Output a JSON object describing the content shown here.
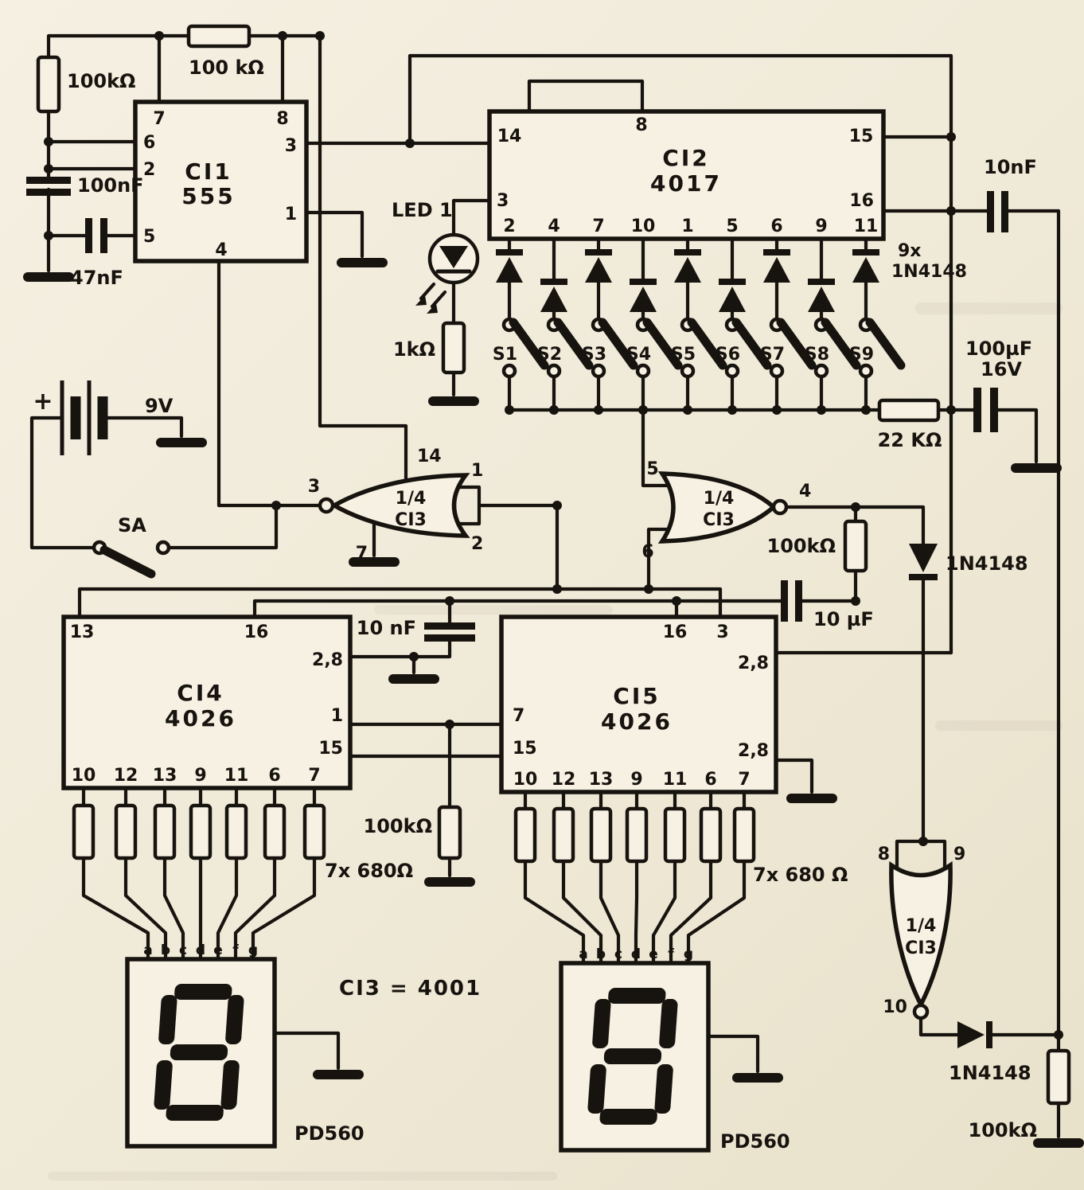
{
  "palette": {
    "paper": "#efe9d7",
    "ink": "#17130e"
  },
  "note_ci3": "CI3 = 4001",
  "power": {
    "plus": "+",
    "battery": "9V",
    "switch": "SA"
  },
  "timer": {
    "ref": "CI1",
    "part": "555",
    "pins": {
      "p7": "7",
      "p8": "8",
      "p6": "6",
      "p3": "3",
      "p2": "2",
      "p1": "1",
      "p5": "5",
      "p4": "4"
    }
  },
  "counter": {
    "ref": "CI2",
    "part": "4017",
    "pins": {
      "p14": "14",
      "p8": "8",
      "p15": "15",
      "p3": "3",
      "p16": "16"
    },
    "bottom_pins": [
      "2",
      "4",
      "7",
      "10",
      "1",
      "5",
      "6",
      "9",
      "11"
    ]
  },
  "decade_left": {
    "ref": "CI4",
    "part": "4026",
    "pins": {
      "p13": "13",
      "p16": "16",
      "p28": "2,8",
      "p1": "1",
      "p15": "15"
    },
    "bottom_pins": [
      "10",
      "12",
      "13",
      "9",
      "11",
      "6",
      "7"
    ]
  },
  "decade_right": {
    "ref": "CI5",
    "part": "4026",
    "pins": {
      "p16": "16",
      "p3": "3",
      "p28_top": "2,8",
      "p7": "7",
      "p15": "15",
      "p28_bot": "2,8"
    },
    "bottom_pins": [
      "10",
      "12",
      "13",
      "9",
      "11",
      "6",
      "7"
    ]
  },
  "gate1": {
    "fraction": "1/4",
    "ref": "CI3",
    "pins": {
      "p14": "14",
      "p3": "3",
      "p7": "7",
      "p1": "1",
      "p2": "2"
    }
  },
  "gate2": {
    "fraction": "1/4",
    "ref": "CI3",
    "pins": {
      "p5": "5",
      "p6": "6",
      "p4": "4"
    }
  },
  "gate3": {
    "fraction": "1/4",
    "ref": "CI3",
    "pins": {
      "p8": "8",
      "p9": "9",
      "p10": "10"
    }
  },
  "resistors": {
    "r1": "100kΩ",
    "r2": "100 kΩ",
    "r3": "1kΩ",
    "r4": "22 KΩ",
    "r5": "100kΩ",
    "r6": "100kΩ",
    "r7": "7x 680Ω",
    "r8": "7x 680 Ω",
    "r9": "100kΩ"
  },
  "capacitors": {
    "c1": "100nF",
    "c2": "47nF",
    "c3": "10nF",
    "c4_value": "100µF",
    "c4_voltage": "16V",
    "c5": "10 µF",
    "c6": "10 nF"
  },
  "diodes": {
    "array_count": "9x",
    "array_part": "1N4148",
    "d2": "1N4148",
    "d3": "1N4148"
  },
  "led": {
    "label": "LED 1"
  },
  "switches": [
    "S1",
    "S2",
    "S3",
    "S4",
    "S5",
    "S6",
    "S7",
    "S8",
    "S9"
  ],
  "displays": {
    "left_part": "PD560",
    "right_part": "PD560",
    "segments": [
      "a",
      "b",
      "c",
      "d",
      "e",
      "f",
      "g"
    ]
  }
}
